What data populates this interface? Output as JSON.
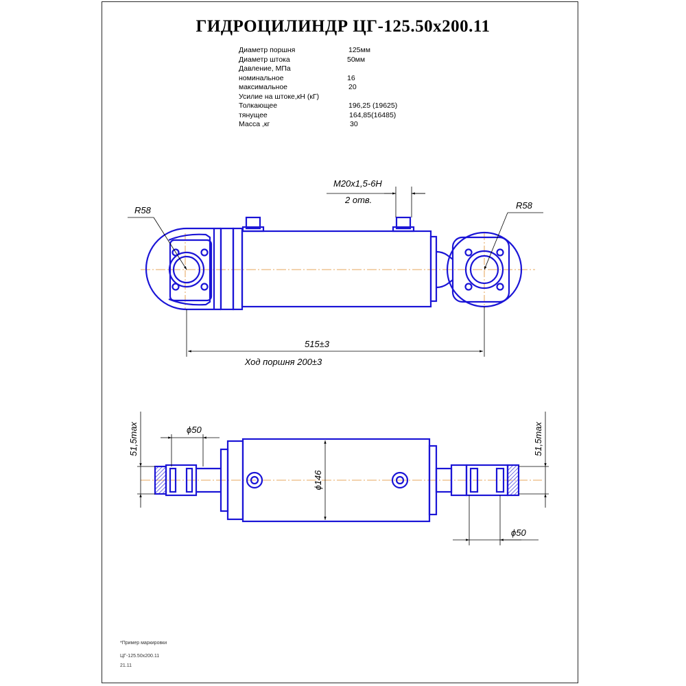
{
  "title": "ГИДРОЦИЛИНДР  ЦГ-125.50х200.11",
  "specs": [
    {
      "label": "Диаметр поршня",
      "value": "125мм"
    },
    {
      "label": "Диаметр штока",
      "value": "50мм"
    },
    {
      "label": "Давление, МПа",
      "value": ""
    },
    {
      "label": "номинальное",
      "value": "16"
    },
    {
      "label": "максимальное",
      "value": "20"
    },
    {
      "label": "Усилие на штоке,кН (кГ)",
      "value": ""
    },
    {
      "label": "Толкающее",
      "value": "196,25 (19625)"
    },
    {
      "label": "тянущее",
      "value": "164,85(16485)"
    },
    {
      "label": "Масса ,кг",
      "value": "30"
    }
  ],
  "dimensions": {
    "thread": "M20x1,5-6H",
    "thread_count": "2 отв.",
    "radius_left": "R58",
    "radius_right": "R58",
    "length": "515±3",
    "stroke": "Ход поршня 200±3",
    "pin_dia_left": "ϕ50",
    "pin_dia_right": "ϕ50",
    "body_dia": "ϕ146",
    "width_left": "51,5max",
    "width_right": "51,5max"
  },
  "notes": [
    "*Пример маркировки",
    "ЦГ-125.50х200.11",
    "21.11"
  ],
  "colors": {
    "drawing": "#1a14d6",
    "centerline": "#e08a2a",
    "dimension": "#000000"
  }
}
